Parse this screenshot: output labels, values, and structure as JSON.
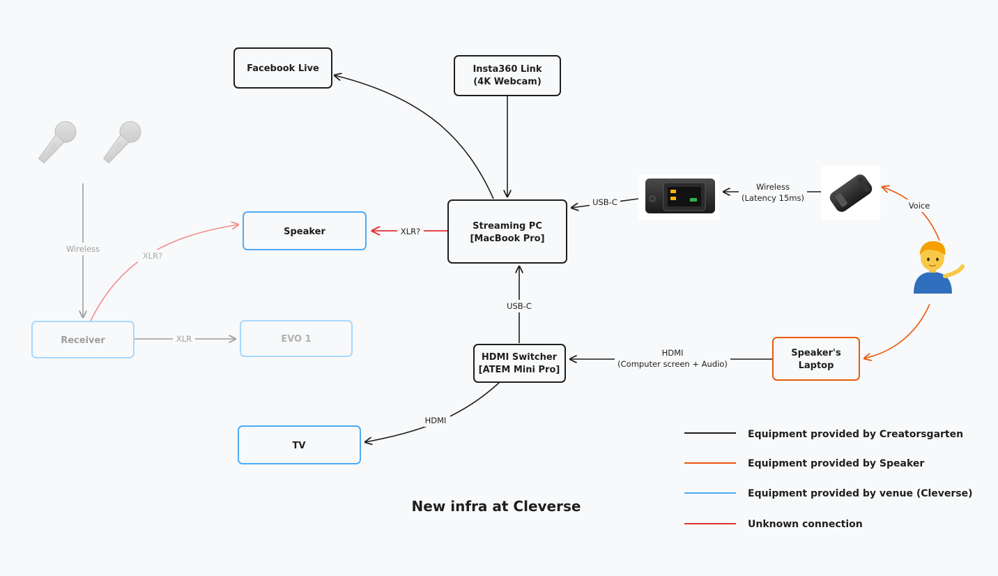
{
  "colors": {
    "creatorsgarten": "#1e1e1e",
    "speaker": "#e8590c",
    "venue": "#4dabf7",
    "unknown": "#e03131",
    "venue_faded": "#a5d8ff",
    "gray": "#9e9e9e",
    "red_faded": "#f08c8c"
  },
  "nodes": {
    "facebook_live": {
      "label": "Facebook Live"
    },
    "insta360": {
      "line1": "Insta360 Link",
      "line2": "(4K Webcam)"
    },
    "streaming_pc": {
      "line1": "Streaming PC",
      "line2": "[MacBook Pro]"
    },
    "speaker_device": {
      "label": "Speaker"
    },
    "receiver": {
      "label": "Receiver"
    },
    "evo1": {
      "label": "EVO 1"
    },
    "hdmi_switcher": {
      "line1": "HDMI Switcher",
      "line2": "[ATEM Mini Pro]"
    },
    "tv": {
      "label": "TV"
    },
    "speakers_laptop": {
      "line1": "Speaker's",
      "line2": "Laptop"
    }
  },
  "images": {
    "microphones": "microphone-icon",
    "wireless_receiver": "wireless-receiver-image",
    "wireless_transmitter": "wireless-transmitter-image",
    "person": "person-tipping-hand-emoji"
  },
  "edges": {
    "wireless_mics": "Wireless",
    "xlr_question_faded": "XLR?",
    "receiver_evo": "XLR",
    "xlr_question": "XLR?",
    "usb_c_receiver": "USB-C",
    "wireless_latency_1": "Wireless",
    "wireless_latency_2": "(Latency 15ms)",
    "voice": "Voice",
    "usb_c_switcher": "USB-C",
    "hdmi_laptop_1": "HDMI",
    "hdmi_laptop_2": "(Computer screen + Audio)",
    "hdmi_tv": "HDMI"
  },
  "legend": [
    {
      "label": "Equipment provided by Creatorsgarten",
      "color": "#1e1e1e"
    },
    {
      "label": "Equipment provided by Speaker",
      "color": "#e8590c"
    },
    {
      "label": "Equipment provided by venue (Cleverse)",
      "color": "#4dabf7"
    },
    {
      "label": "Unknown connection",
      "color": "#e03131"
    }
  ],
  "title": "New infra at Cleverse"
}
